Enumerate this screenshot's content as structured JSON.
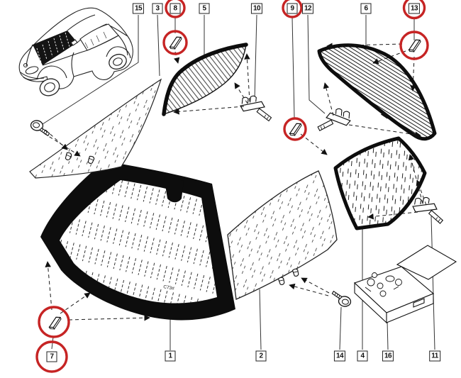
{
  "colors": {
    "background": "#ffffff",
    "line_art": "#111111",
    "highlight_ring": "#c62424"
  },
  "windshield_marking": "C73#",
  "highlighted_callouts": [
    "8",
    "9",
    "13",
    "7"
  ],
  "callouts": [
    {
      "label": "15",
      "highlighted": false
    },
    {
      "label": "3",
      "highlighted": false
    },
    {
      "label": "8",
      "highlighted": true
    },
    {
      "label": "5",
      "highlighted": false
    },
    {
      "label": "10",
      "highlighted": false
    },
    {
      "label": "9",
      "highlighted": true
    },
    {
      "label": "12",
      "highlighted": false
    },
    {
      "label": "6",
      "highlighted": false
    },
    {
      "label": "13",
      "highlighted": true
    },
    {
      "label": "7",
      "highlighted": true
    },
    {
      "label": "1",
      "highlighted": false
    },
    {
      "label": "2",
      "highlighted": false
    },
    {
      "label": "14",
      "highlighted": false
    },
    {
      "label": "4",
      "highlighted": false
    },
    {
      "label": "16",
      "highlighted": false
    },
    {
      "label": "11",
      "highlighted": false
    }
  ]
}
